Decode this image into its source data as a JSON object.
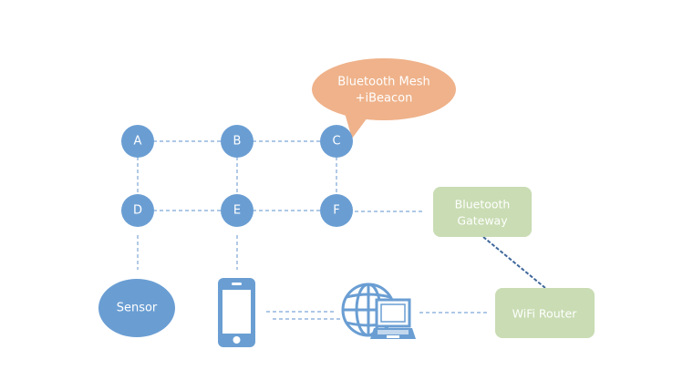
{
  "colors": {
    "node": "#6a9ed3",
    "callout": "#efb28a",
    "gateway": "#c9dcb3",
    "link": "#7ea6d6",
    "link_dark": "#41699c"
  },
  "callout": {
    "line1": "Bluetooth Mesh",
    "line2": "+iBeacon"
  },
  "mesh_nodes": [
    {
      "id": "A",
      "label": "A"
    },
    {
      "id": "B",
      "label": "B"
    },
    {
      "id": "C",
      "label": "C"
    },
    {
      "id": "D",
      "label": "D"
    },
    {
      "id": "E",
      "label": "E"
    },
    {
      "id": "F",
      "label": "F"
    }
  ],
  "sensor": {
    "label": "Sensor"
  },
  "gateway": {
    "line1": "Bluetooth",
    "line2": "Gateway"
  },
  "router": {
    "label": "WiFi Router"
  },
  "icons": {
    "phone": "smartphone-icon",
    "internet": "globe-laptop-icon"
  }
}
